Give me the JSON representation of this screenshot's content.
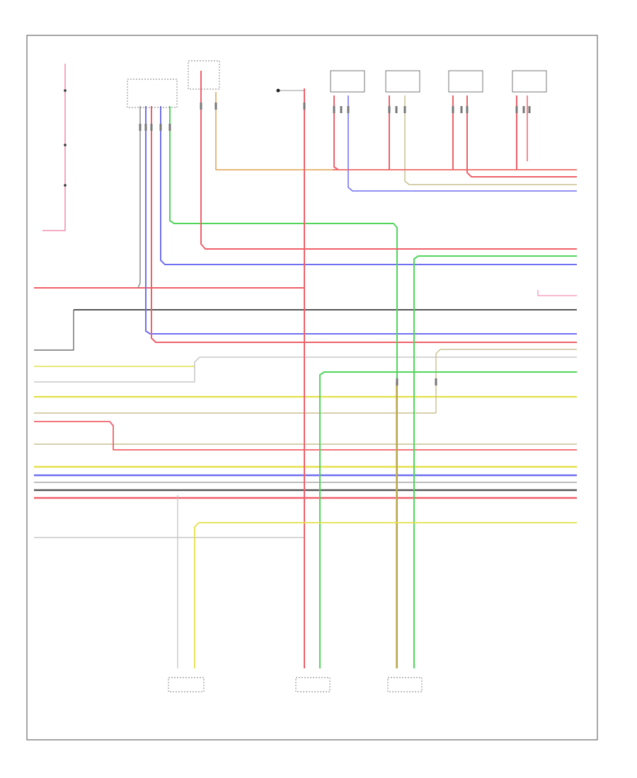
{
  "page": {
    "reference_code": ""
  },
  "colors": {
    "red": "#f0606a",
    "pink": "#f48fb1",
    "blue": "#6f6ff0",
    "green": "#4fd65a",
    "yellow": "#e4e04a",
    "gray": "#8a8a8a",
    "dark": "#555555",
    "orange": "#e0a050",
    "lightgray": "#bdbdbd",
    "olive": "#c8c090"
  },
  "components": [
    {
      "id": "hot-fuse-block",
      "lines": [
        "",
        ""
      ]
    },
    {
      "id": "control-module-a",
      "lines": [
        "",
        "",
        ""
      ]
    },
    {
      "id": "fuse-relay-b",
      "lines": [
        "",
        ""
      ]
    },
    {
      "id": "module-center",
      "lines": [
        "",
        "",
        ""
      ]
    },
    {
      "id": "speaker-1",
      "lines": [
        "",
        "",
        "",
        ""
      ]
    },
    {
      "id": "speaker-2",
      "lines": [
        "",
        "",
        "",
        ""
      ]
    },
    {
      "id": "speaker-3",
      "lines": [
        "",
        "",
        "",
        ""
      ]
    },
    {
      "id": "speaker-4",
      "lines": [
        "",
        "",
        "",
        ""
      ]
    },
    {
      "id": "bottom-left-conn",
      "lines": [
        "",
        "",
        "",
        ""
      ]
    },
    {
      "id": "bottom-mid-conn",
      "lines": [
        "",
        "",
        "",
        ""
      ]
    },
    {
      "id": "bottom-right-conn",
      "lines": [
        "",
        "",
        "",
        "",
        ""
      ]
    }
  ],
  "mid_note": [
    "",
    ""
  ],
  "left_wire_labels": [],
  "right_wire_labels": []
}
